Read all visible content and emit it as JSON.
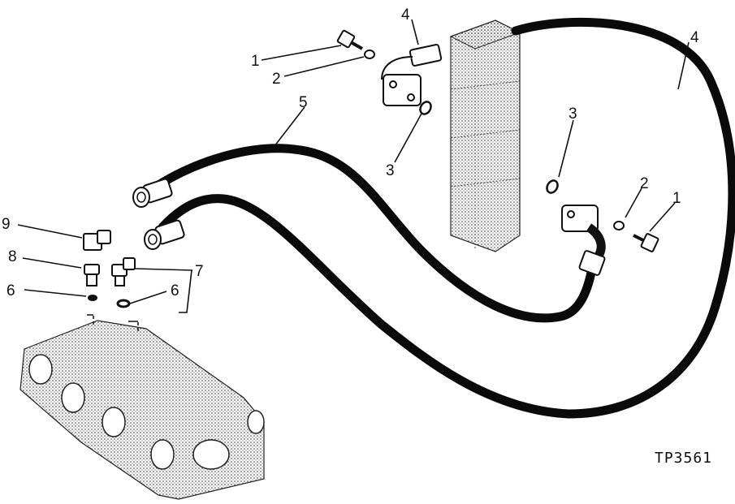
{
  "figure_id": "TP3561",
  "callouts": [
    {
      "id": "c1a",
      "text": "1"
    },
    {
      "id": "c2a",
      "text": "2"
    },
    {
      "id": "c4a",
      "text": "4"
    },
    {
      "id": "c5",
      "text": "5"
    },
    {
      "id": "c3a",
      "text": "3"
    },
    {
      "id": "c4b",
      "text": "4"
    },
    {
      "id": "c3b",
      "text": "3"
    },
    {
      "id": "c2b",
      "text": "2"
    },
    {
      "id": "c1b",
      "text": "1"
    },
    {
      "id": "c9",
      "text": "9"
    },
    {
      "id": "c8",
      "text": "8"
    },
    {
      "id": "c7",
      "text": "7"
    },
    {
      "id": "c6a",
      "text": "6"
    },
    {
      "id": "c6b",
      "text": "6"
    }
  ]
}
